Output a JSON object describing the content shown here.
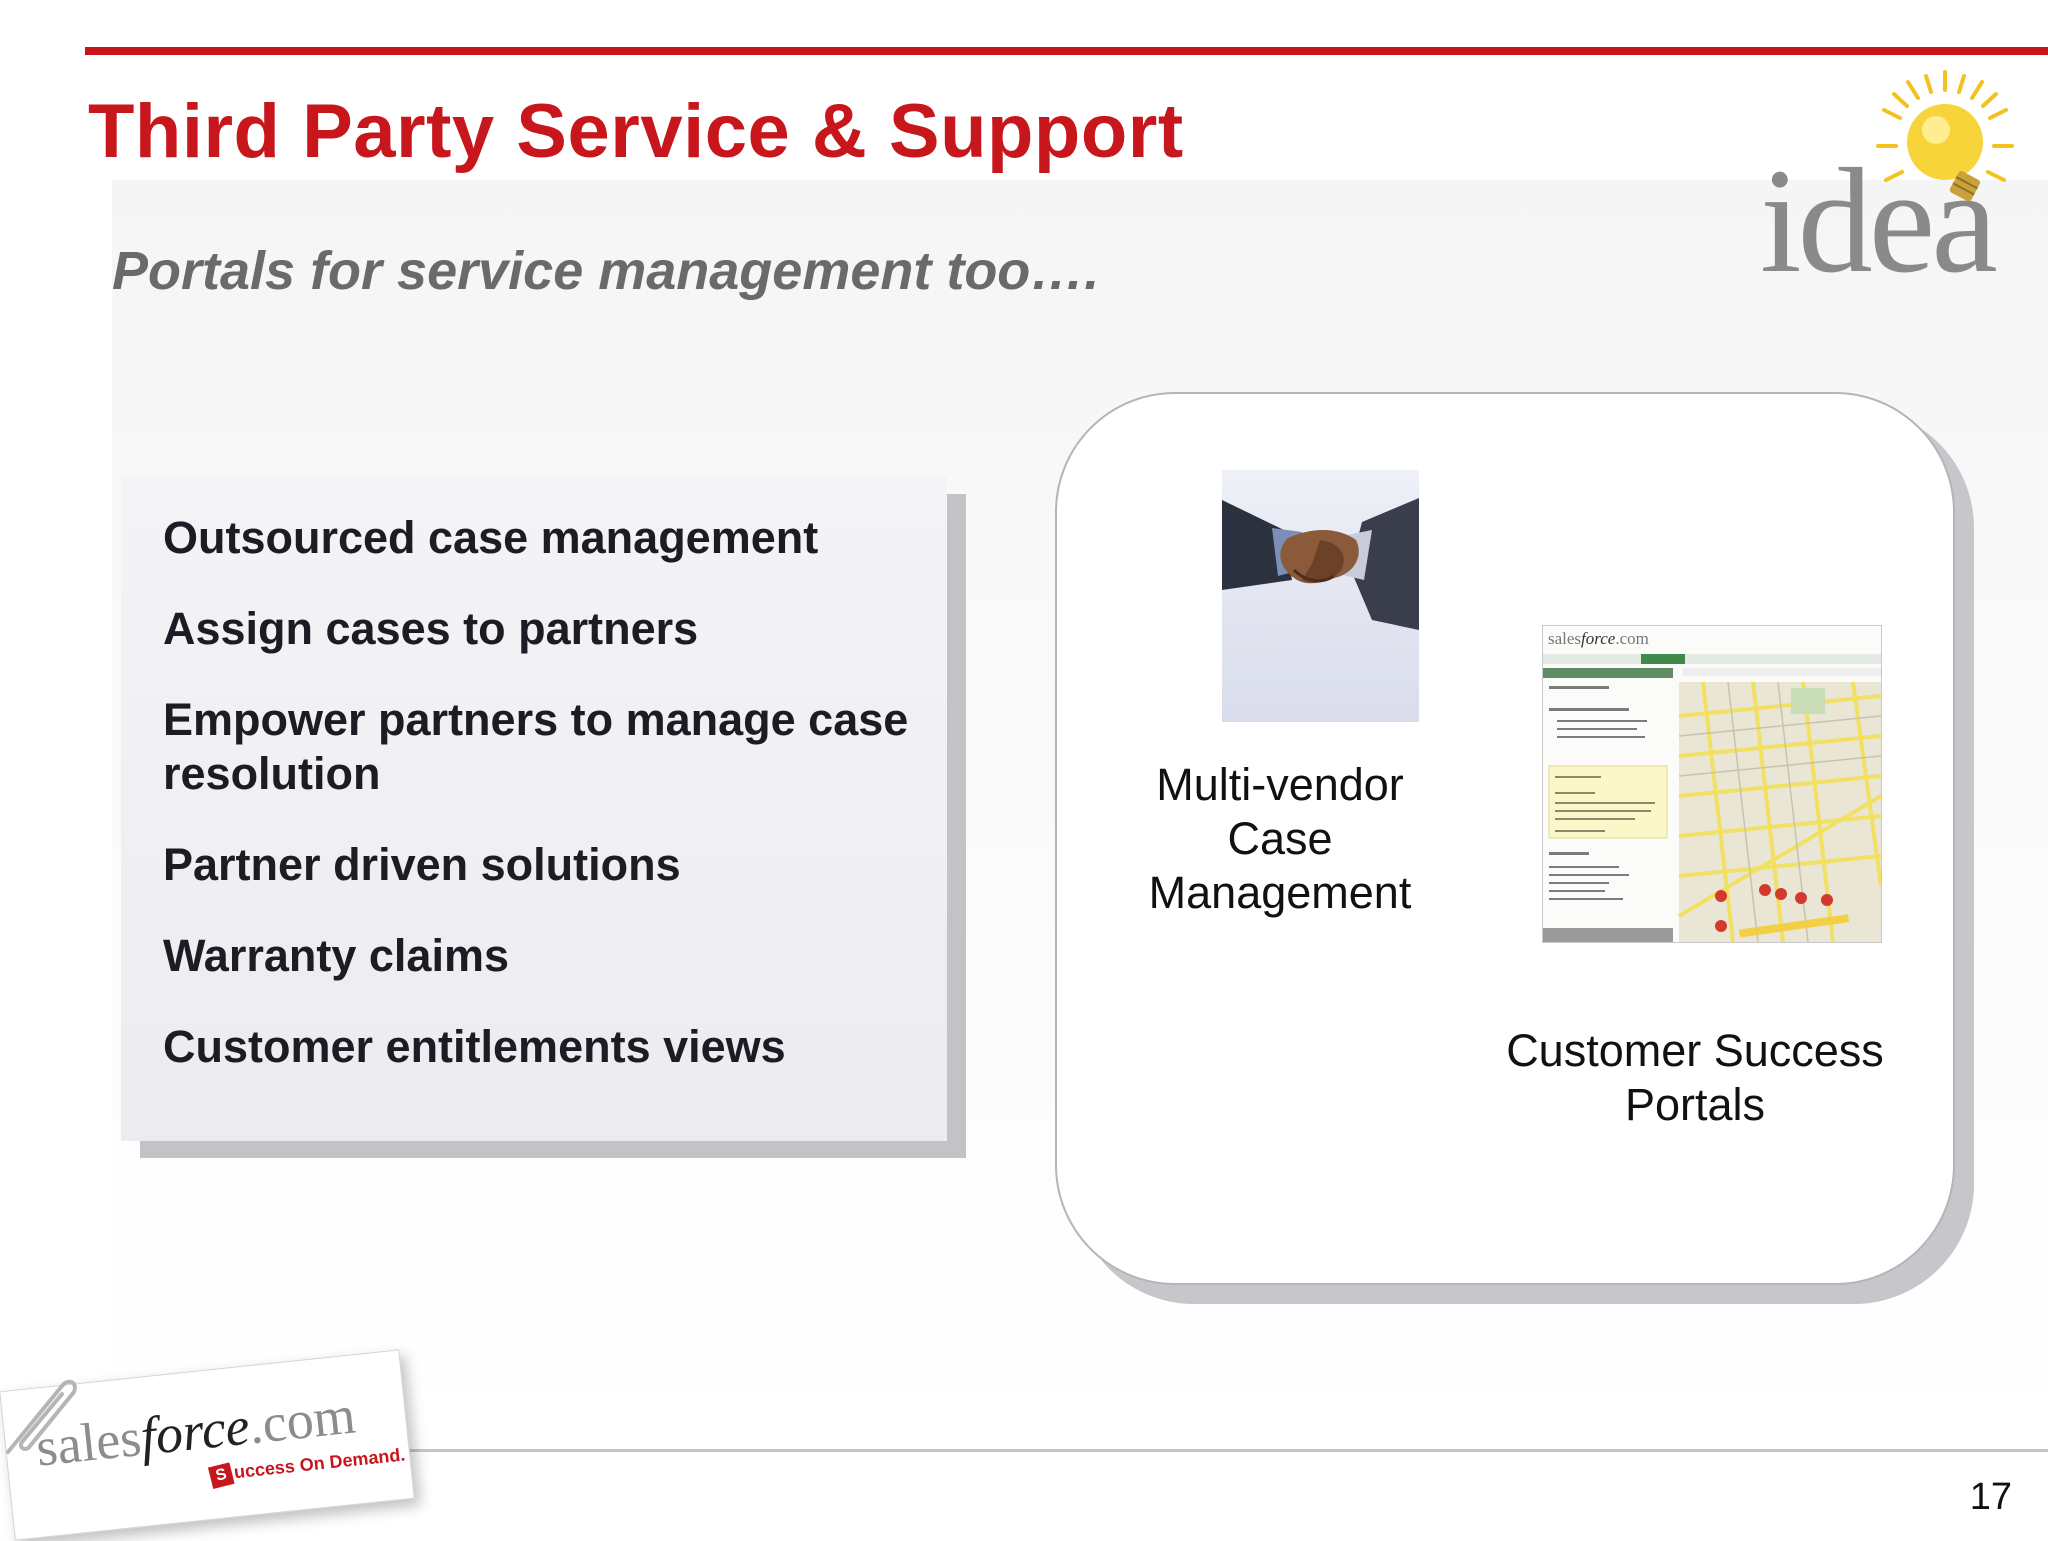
{
  "slide": {
    "title": "Third Party Service & Support",
    "subtitle": "Portals for service management too….",
    "page_number": "17"
  },
  "colors": {
    "accent_red": "#c8161d",
    "subtitle_gray": "#6a6a6a",
    "body_text": "#1c1c24",
    "box_fill": "#eeeef1",
    "box_shadow": "#c3c2c7"
  },
  "bullets": [
    "Outsourced case management",
    "Assign cases to partners",
    "Empower partners to manage case resolution",
    "Partner driven solutions",
    "Warranty claims",
    "Customer entitlements views"
  ],
  "panel": {
    "multivendor_label": "Multi-vendor\nCase\nManagement",
    "portals_label": "Customer Success\nPortals"
  },
  "logos": {
    "idea": "idea",
    "salesforce_name_prefix": "sales",
    "salesforce_name_emphasis": "force",
    "salesforce_name_suffix": ".com",
    "salesforce_tagline": "uccess On Demand."
  },
  "icons": [
    "idea-lightbulb-icon",
    "paperclip-icon",
    "handshake-photo",
    "portal-screenshot"
  ]
}
